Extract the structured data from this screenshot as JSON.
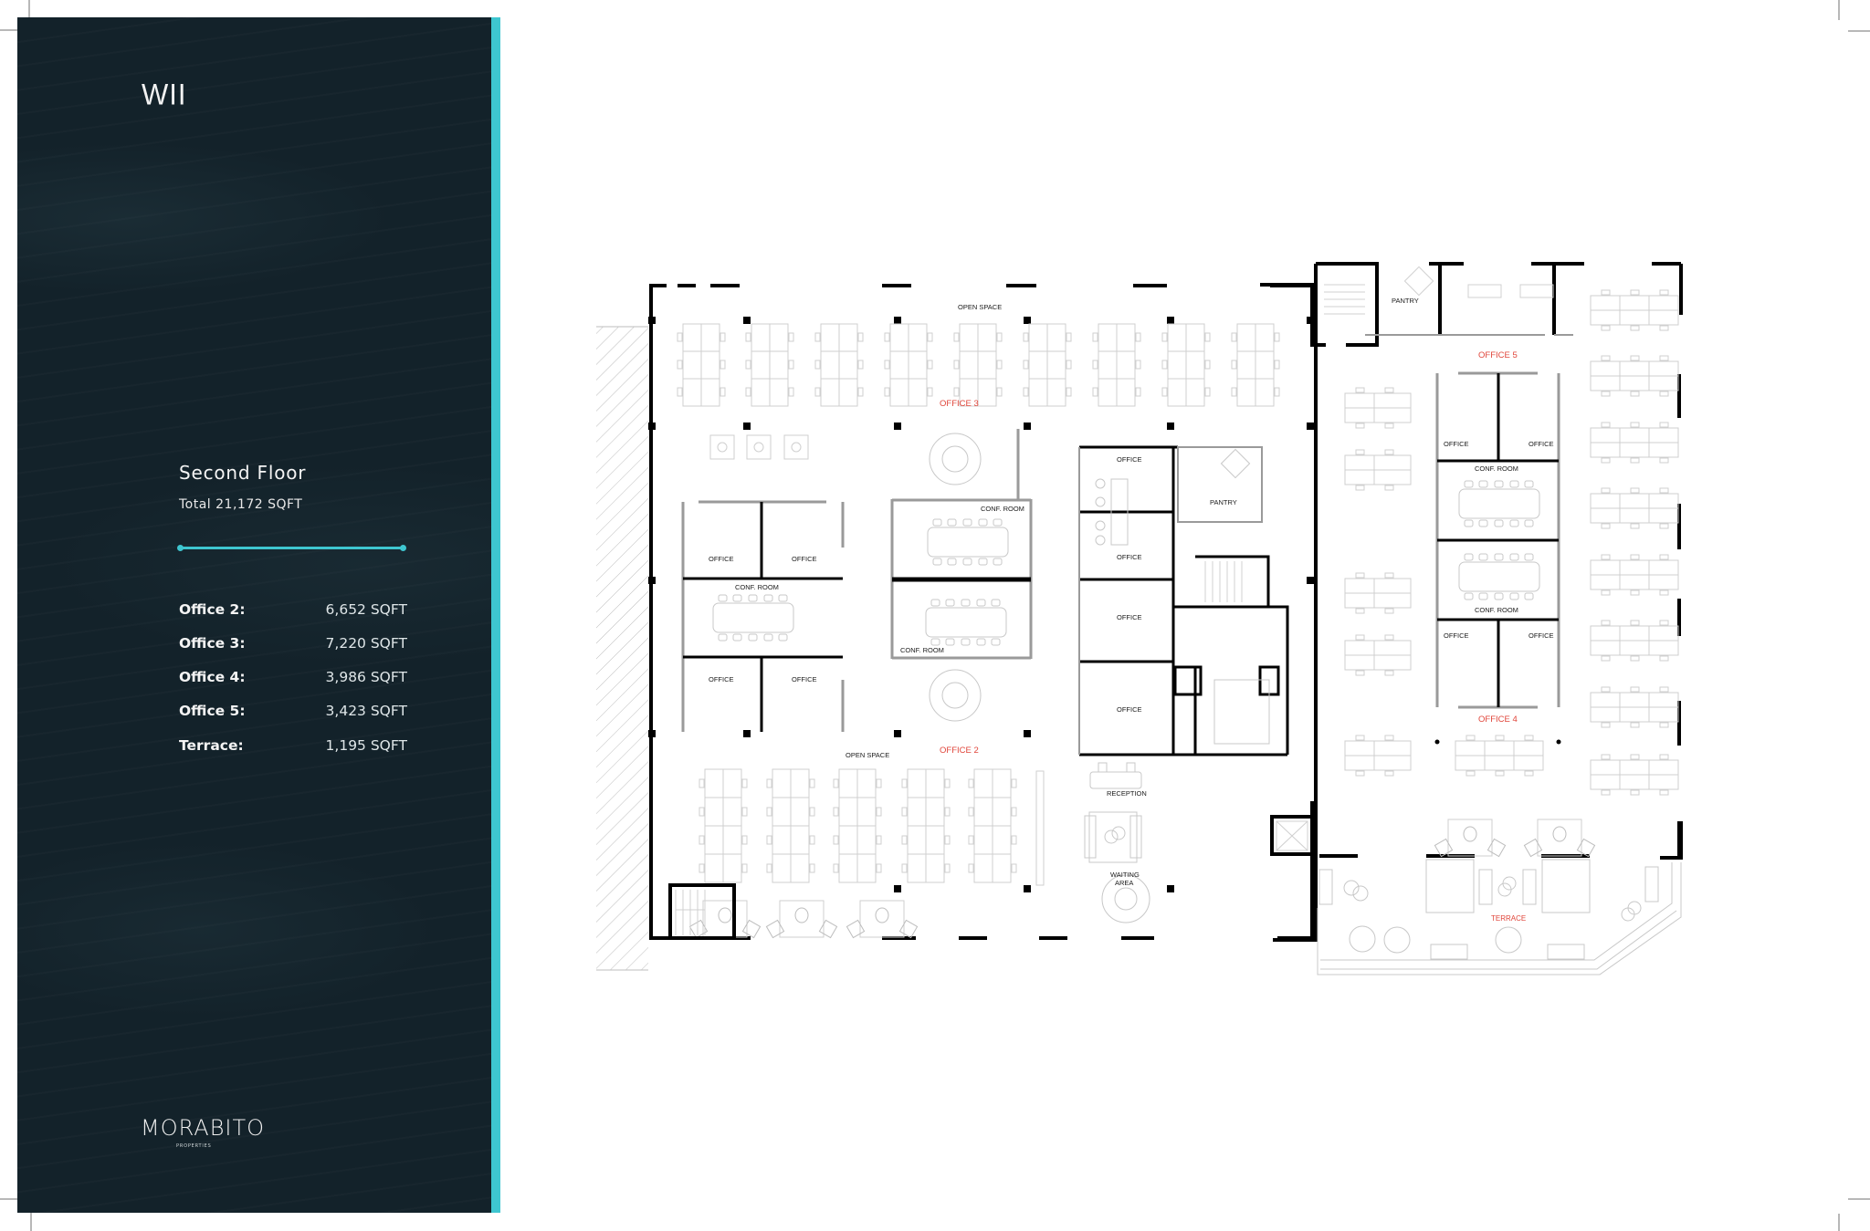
{
  "brand": {
    "monogram": "WII",
    "company": "MORABITO",
    "company_sub": "PROPERTIES"
  },
  "floor": {
    "title": "Second Floor",
    "total": "Total 21,172 SQFT"
  },
  "areas": [
    {
      "label": "Office 2:",
      "value": "6,652 SQFT"
    },
    {
      "label": "Office 3:",
      "value": "7,220 SQFT"
    },
    {
      "label": "Office 4:",
      "value": "3,986 SQFT"
    },
    {
      "label": "Office 5:",
      "value": "3,423 SQFT"
    },
    {
      "label": "Terrace:",
      "value": "1,195 SQFT"
    }
  ],
  "colors": {
    "panel": "#13222a",
    "accent": "#3ec6d0",
    "zone_label": "#e0453a"
  },
  "plan": {
    "zones": {
      "office3": "OFFICE 3",
      "office2": "OFFICE 2",
      "office5": "OFFICE 5",
      "office4": "OFFICE 4",
      "terrace": "TERRACE"
    },
    "rooms": {
      "open_space_top": "OPEN SPACE",
      "open_space_bottom": "OPEN SPACE",
      "office": "OFFICE",
      "conf_room": "CONF. ROOM",
      "pantry": "PANTRY",
      "reception": "RECEPTION",
      "waiting_1": "WAITING",
      "waiting_2": "AREA"
    }
  }
}
